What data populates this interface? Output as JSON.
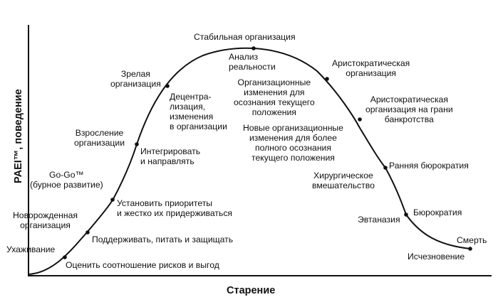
{
  "diagram": {
    "x_axis_label": "Старение",
    "y_axis_label": "PAEI™, поведение",
    "stages": [
      {
        "id": "courtship",
        "text": "Ухаживание"
      },
      {
        "id": "infant",
        "text": "Новорожденная\nорганизация"
      },
      {
        "id": "gogo",
        "text": "Go-Go™\n(бурное развитие)"
      },
      {
        "id": "adolescence",
        "text": "Взросление\nорганизации"
      },
      {
        "id": "prime",
        "text": "Зрелая\nорганизация"
      },
      {
        "id": "stable",
        "text": "Стабильная организация"
      },
      {
        "id": "aristocracy",
        "text": "Аристократическая\nорганизация"
      },
      {
        "id": "aristocracy_bankrupt",
        "text": "Аристократическая\nорганизация на грани\nбанкротства"
      },
      {
        "id": "early_bureaucracy",
        "text": "Ранняя бюрократия"
      },
      {
        "id": "bureaucracy",
        "text": "Бюрократия"
      },
      {
        "id": "death",
        "text": "Смерть"
      }
    ],
    "actions": [
      {
        "id": "assess_risk",
        "text": "Оценить соотношение рисков и выгод"
      },
      {
        "id": "support",
        "text": "Поддерживать, питать и защищать"
      },
      {
        "id": "priorities",
        "text": "Установить приоритеты\nи жестко их придерживаться"
      },
      {
        "id": "integrate",
        "text": "Интегрировать\nи направлять"
      },
      {
        "id": "decentralize",
        "text": "Децентра-\nлизация,\nизменения\nв организации"
      },
      {
        "id": "reality",
        "text": "Анализ\nреальности"
      },
      {
        "id": "org_change",
        "text": "Организационные\nизменения для\nосознания текущего\nположения"
      },
      {
        "id": "new_org_change",
        "text": "Новые организационные\nизменения для более\nполного осознания\nтекущего положения"
      },
      {
        "id": "surgery",
        "text": "Хирургическое\nвмешательство"
      },
      {
        "id": "euthanasia",
        "text": "Эвтаназия"
      },
      {
        "id": "extinction",
        "text": "Исчезновение"
      }
    ]
  }
}
